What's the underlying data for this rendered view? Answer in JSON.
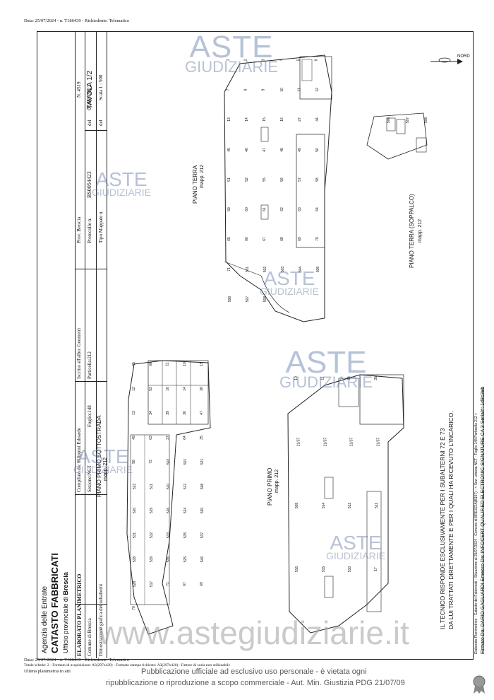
{
  "top_header": "Data: 25/07/2024 - n. T186439 - Richiedente: Telematico",
  "bottom_header": {
    "line1": "Data: 25/07/2024 - n. T186439 - Richiedente: Telematico",
    "line2": "Totale schede: 2 - Formato di acquisizione: A3(297x420) - Formato stampa richiesto: A3(297x420) - Fattore di scala non utilizzabile",
    "line3": "Ultima planimetria in atti"
  },
  "agency": {
    "name": "Agenzia delle Entrate",
    "catasto": "CATASTO FABBRICATI",
    "ufficio": "Ufficio provinciale di",
    "city": "Brescia"
  },
  "info": {
    "elaborato": "ELABORATO PLANIMETRICO",
    "compilato": "Compilato da: Filippini Edoardo",
    "iscritto": "Iscritto all'albo: Geometri",
    "prov": "Prov. Brescia",
    "n": "N. 4519",
    "comune": "Comune di Brescia",
    "sezione": "Sezione:NCT",
    "foglio": "Foglio:148",
    "particella": "Particella:212",
    "protocollo_label": "Protocollo n.",
    "protocollo": "BS0054423",
    "del_label": "del",
    "del": "06/03/2022",
    "dimostrazione": "Dimostrazione grafica dei subalterni",
    "tipo_mappale": "Tipo Mappale n.",
    "del2": "del",
    "scala": "Scala 1 : 500"
  },
  "tavola": "TAVOLA 1/2",
  "orientation": "NORD",
  "plans": [
    {
      "title": "PIANO PRIMO SOTTOSTRADA",
      "mapp": "mapp. 212"
    },
    {
      "title": "PIANO PRIMO",
      "mapp": "mapp. 212"
    },
    {
      "title": "PIANO TERRA",
      "mapp": "mapp. 212"
    },
    {
      "title": "PIANO TERRA (SOPPALCO)",
      "mapp": "mapp. 212"
    }
  ],
  "disclaimer": {
    "line1": "IL TECNICO RISPONDE ESCLUSIVAMENTE PER I SUBALTERNI 72 E 73",
    "line2": "DA LUI TRATTATI DIRETTAMENTE E PER I QUALI HA RICEVUTO L'INCARICO."
  },
  "side_notes": {
    "line1": "Elaborato Planimetrico - Catasto dei Fabbricati - Situazione al 25/07/2024 - Comune di BRESCIA(B157) - < Sez. urbana NCT - Foglio 148 Particella 212 >",
    "line2": "Firmato Da: DARIO GAGLIARDI Emesso Da: INFOCERT QUALIFIED ELECTRONIC SIGNATURE CA 3 Serial#: 1d8c3eb"
  },
  "watermark": {
    "brand_line1": "ASTE",
    "brand_line2": "GIUDIZIARIE",
    "site": "www.astegiudiziarie.it",
    "notice_line1": "Pubblicazione ufficiale ad esclusivo uso personale - è vietata ogni",
    "notice_line2": "ripubblicazione o riproduzione a scopo commerciale - Aut. Min. Giustizia PDG 21/07/09"
  },
  "labels": {
    "sottostrada": [
      "45",
      "66",
      "11",
      "10",
      "15",
      "12",
      "53",
      "16",
      "14",
      "38",
      "13",
      "34",
      "39",
      "36",
      "47",
      "49",
      "63",
      "37",
      "64",
      "35",
      "58",
      "73",
      "502",
      "501",
      "521",
      "522",
      "511",
      "510",
      "512",
      "508",
      "520",
      "529",
      "526",
      "524",
      "530",
      "531",
      "532",
      "533",
      "535",
      "537",
      "538",
      "539",
      "536",
      "525",
      "546",
      "528",
      "517",
      "71",
      "67",
      "69",
      "70"
    ],
    "primo": [
      "10",
      "11",
      "34",
      "35",
      "21/37",
      "21/37",
      "21/37",
      "21/37",
      "509",
      "514",
      "512",
      "511",
      "516",
      "515",
      "510",
      "17"
    ],
    "terra": [
      "1",
      "2",
      "3",
      "4",
      "5",
      "6",
      "7",
      "8",
      "9",
      "10",
      "11",
      "12",
      "13",
      "14",
      "15",
      "16",
      "27",
      "44",
      "45",
      "46",
      "47",
      "48",
      "49",
      "50",
      "51",
      "52",
      "55",
      "56",
      "57",
      "58",
      "59",
      "60",
      "61",
      "62",
      "63",
      "64",
      "65",
      "66",
      "67",
      "68",
      "69",
      "70",
      "71",
      "501",
      "502",
      "503",
      "504",
      "505",
      "506",
      "507",
      "508"
    ],
    "soppalco": [
      "506",
      "507",
      "508"
    ]
  }
}
